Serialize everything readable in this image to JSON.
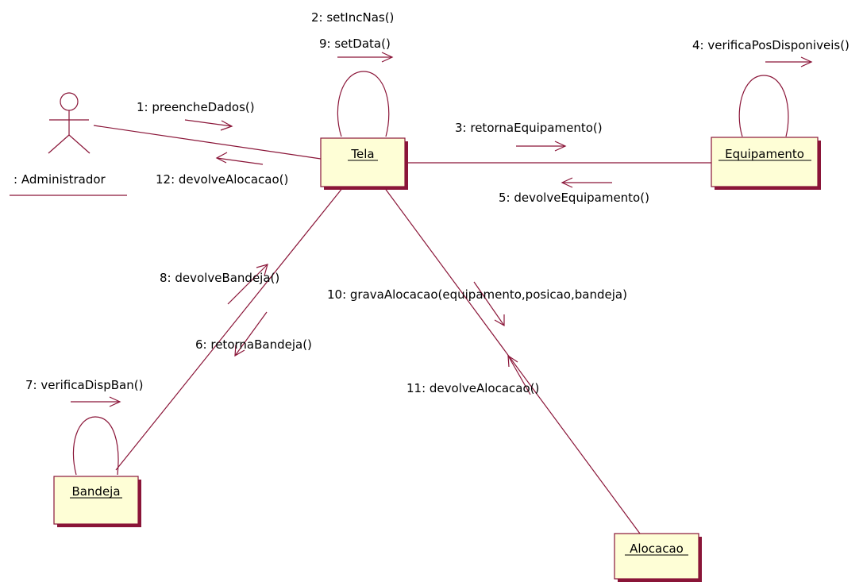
{
  "actor": {
    "label": ": Administrador"
  },
  "objects": {
    "tela": "Tela",
    "equipamento": "Equipamento",
    "bandeja": "Bandeja",
    "alocacao": "Alocacao"
  },
  "messages": {
    "m1": "1: preencheDados()",
    "m2": "2: setIncNas()",
    "m3": "3: retornaEquipamento()",
    "m4": "4: verificaPosDisponiveis()",
    "m5": "5: devolveEquipamento()",
    "m6": "6: retornaBandeja()",
    "m7": "7: verificaDispBan()",
    "m8": "8: devolveBandeja()",
    "m9": "9: setData()",
    "m10": "10: gravaAlocacao(equipamento,posicao,bandeja)",
    "m11": "11: devolveAlocacao()",
    "m12": "12: devolveAlocacao()"
  },
  "colors": {
    "line": "#8a1538",
    "box_fill": "#fefed6"
  }
}
